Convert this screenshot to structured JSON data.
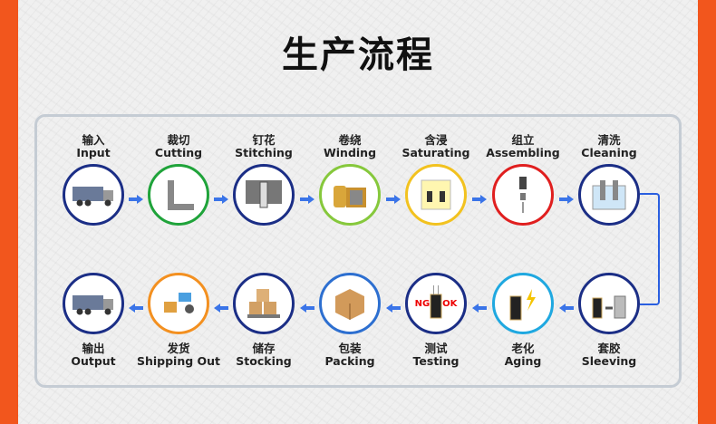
{
  "title": "生产流程",
  "colors": {
    "side": "#f2561d",
    "navy": "#1b2e86",
    "arrow": "#3a74e8"
  },
  "top_row": [
    {
      "cn": "输入",
      "en": "Input",
      "color": "#1b2e86",
      "icon": "truck-icon"
    },
    {
      "cn": "裁切",
      "en": "Cutting",
      "color": "#1fa33a",
      "icon": "ruler-icon"
    },
    {
      "cn": "钉花",
      "en": "Stitching",
      "color": "#1b2e86",
      "icon": "stitching-machine-icon"
    },
    {
      "cn": "卷绕",
      "en": "Winding",
      "color": "#86c83c",
      "icon": "winding-icon"
    },
    {
      "cn": "含浸",
      "en": "Saturating",
      "color": "#f2c21f",
      "icon": "beaker-icon"
    },
    {
      "cn": "组立",
      "en": "Assembling",
      "color": "#e01f1f",
      "icon": "assembly-icon"
    },
    {
      "cn": "清洗",
      "en": "Cleaning",
      "color": "#1b2e86",
      "icon": "cleaning-tank-icon"
    }
  ],
  "bottom_row": [
    {
      "cn": "输出",
      "en": "Output",
      "color": "#1b2e86",
      "icon": "truck-icon"
    },
    {
      "cn": "发货",
      "en": "Shipping Out",
      "color": "#f39020",
      "icon": "shipping-icon"
    },
    {
      "cn": "储存",
      "en": "Stocking",
      "color": "#1b2e86",
      "icon": "boxes-icon"
    },
    {
      "cn": "包装",
      "en": "Packing",
      "color": "#2d6fd0",
      "icon": "package-icon"
    },
    {
      "cn": "测试",
      "en": "Testing",
      "color": "#1b2e86",
      "icon": "capacitor-icon"
    },
    {
      "cn": "老化",
      "en": "Aging",
      "color": "#1fa8e0",
      "icon": "lightning-capacitor-icon"
    },
    {
      "cn": "套胶",
      "en": "Sleeving",
      "color": "#1b2e86",
      "icon": "sleeve-icon"
    }
  ],
  "testing": {
    "ng": "NG",
    "ok": "OK"
  }
}
